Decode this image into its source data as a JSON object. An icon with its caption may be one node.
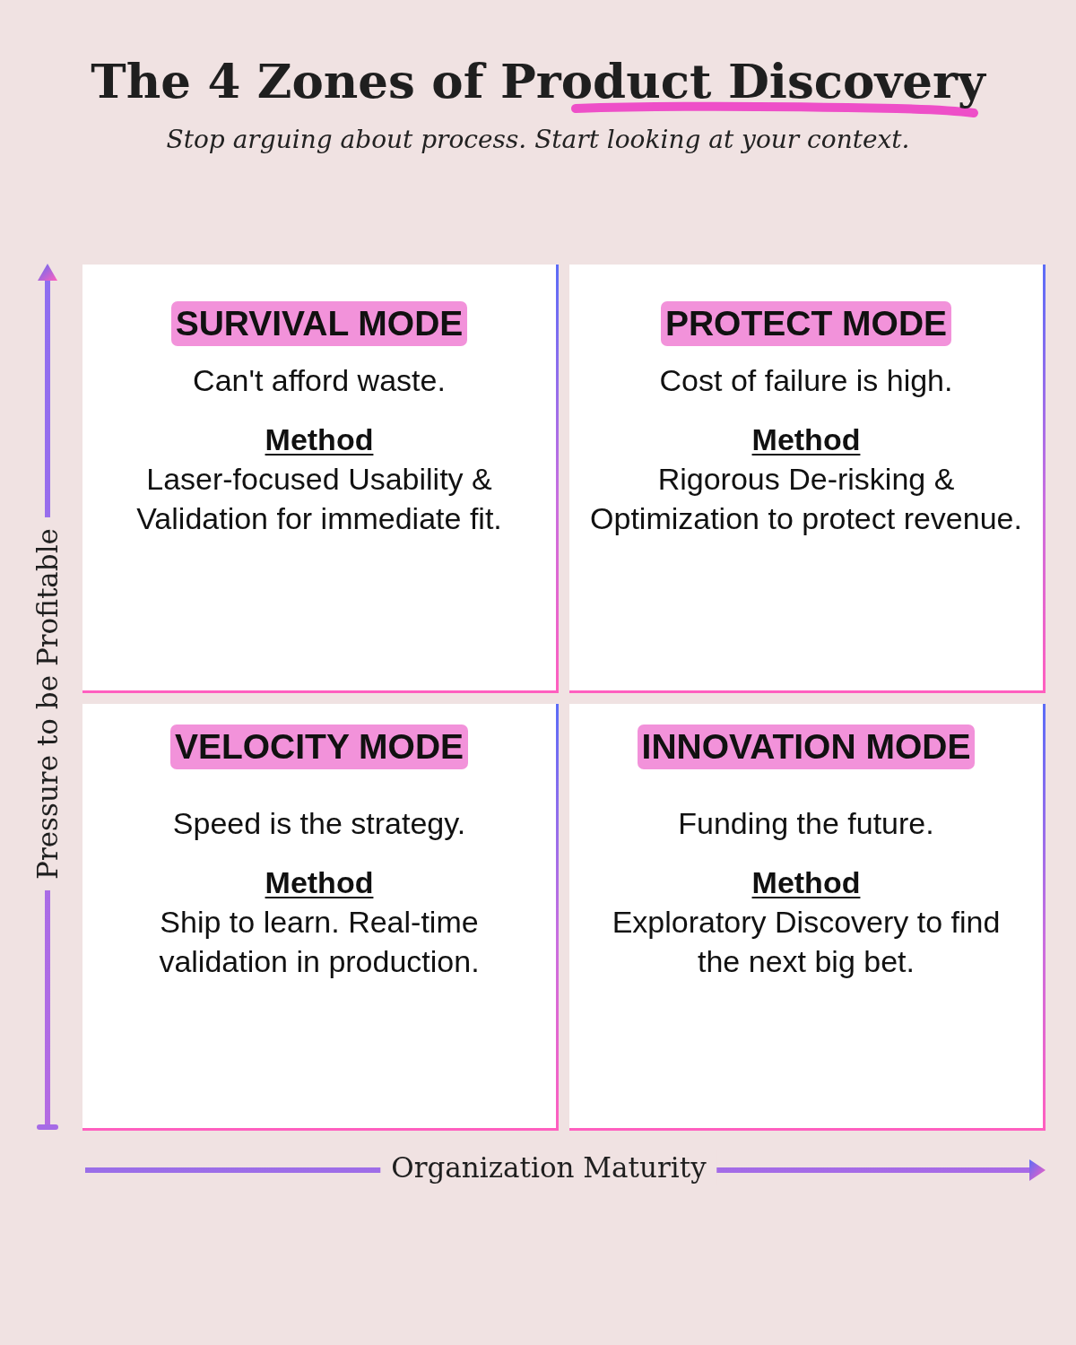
{
  "diagram": {
    "title": "The 4 Zones of Product Discovery",
    "nodes": [
      {
        "text": [
          "SURVIVAL MODE",
          "Can't afford waste.",
          "Method",
          "Laser-focused Usability & Validation for immediate fit."
        ]
      },
      {
        "text": [
          "PROTECT MODE",
          "Cost of failure is high.",
          "Method",
          "Rigorous De-risking & Optimization to protect revenue."
        ]
      },
      {
        "text": [
          "VELOCITY MODE",
          "Speed is the strategy.",
          "Method",
          "Ship to learn. Real-time validation in production."
        ]
      },
      {
        "text": [
          "INNOVATION MODE",
          "Funding the future.",
          "Method",
          "Exploratory Discovery to find the next big bet."
        ]
      }
    ],
    "labels": [
      "Stop arguing about process. Start looking at your context.",
      "Pressure to be Profitable",
      "Organization Maturity"
    ]
  }
}
